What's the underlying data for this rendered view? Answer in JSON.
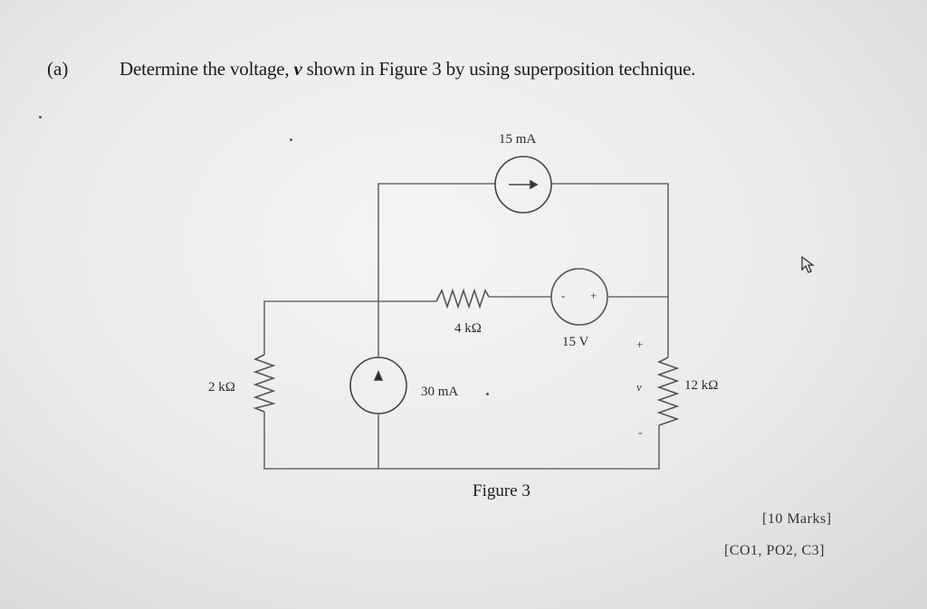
{
  "question": {
    "label": "(a)",
    "text_before": "Determine the voltage, ",
    "variable": "v",
    "text_after": " shown in Figure 3 by using superposition technique."
  },
  "circuit": {
    "current_source_top": "15 mA",
    "resistor_middle": "4 kΩ",
    "voltage_source": "15 V",
    "voltage_source_signs": [
      "-",
      "+"
    ],
    "resistor_left": "2 kΩ",
    "current_source_middle": "30 mA",
    "resistor_right": "12 kΩ",
    "output_voltage_label": "v",
    "output_plus": "+",
    "output_minus": "-"
  },
  "figure_caption": "Figure 3",
  "marks": "[10 Marks]",
  "outcomes": "[CO1, PO2, C3]"
}
